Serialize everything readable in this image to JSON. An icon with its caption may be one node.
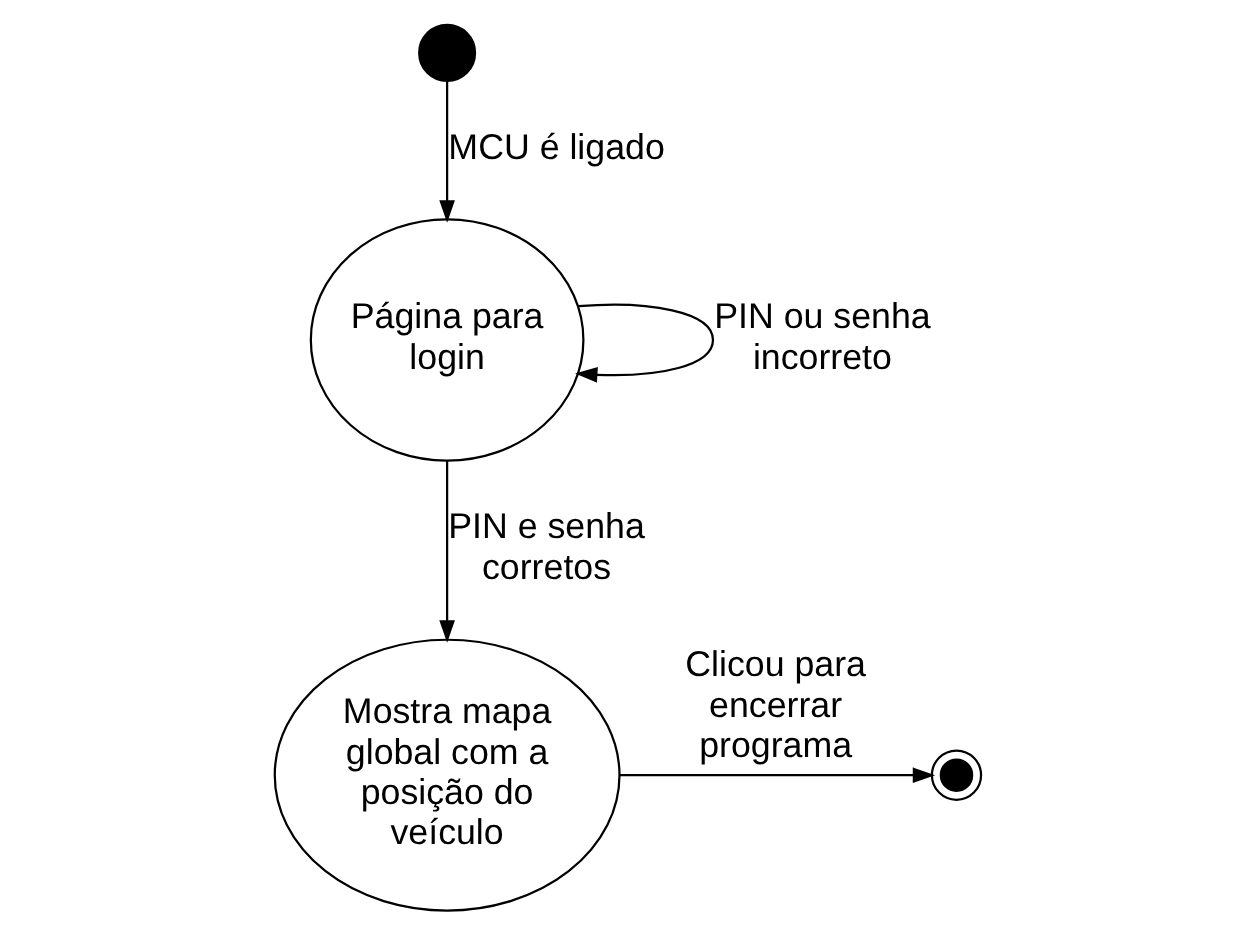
{
  "diagram": {
    "nodes": [
      {
        "text": [],
        "shape": "circle"
      },
      {
        "text": [
          "Página para login"
        ]
      },
      {
        "text": [
          "Mostra mapa global com a posição do veículo"
        ]
      },
      {
        "text": [],
        "shape": "circle"
      }
    ],
    "edges": [
      {
        "from": 0,
        "to": 1,
        "arrow": "to",
        "label": "MCU é ligado"
      },
      {
        "from": 1,
        "to": 1,
        "arrow": "to",
        "label": "PIN ou senha incorreto"
      },
      {
        "from": 1,
        "to": 2,
        "arrow": "to",
        "label": "PIN e senha corretos"
      },
      {
        "from": 2,
        "to": 3,
        "arrow": "to",
        "label": "Clicou para encerrar programa"
      }
    ]
  }
}
